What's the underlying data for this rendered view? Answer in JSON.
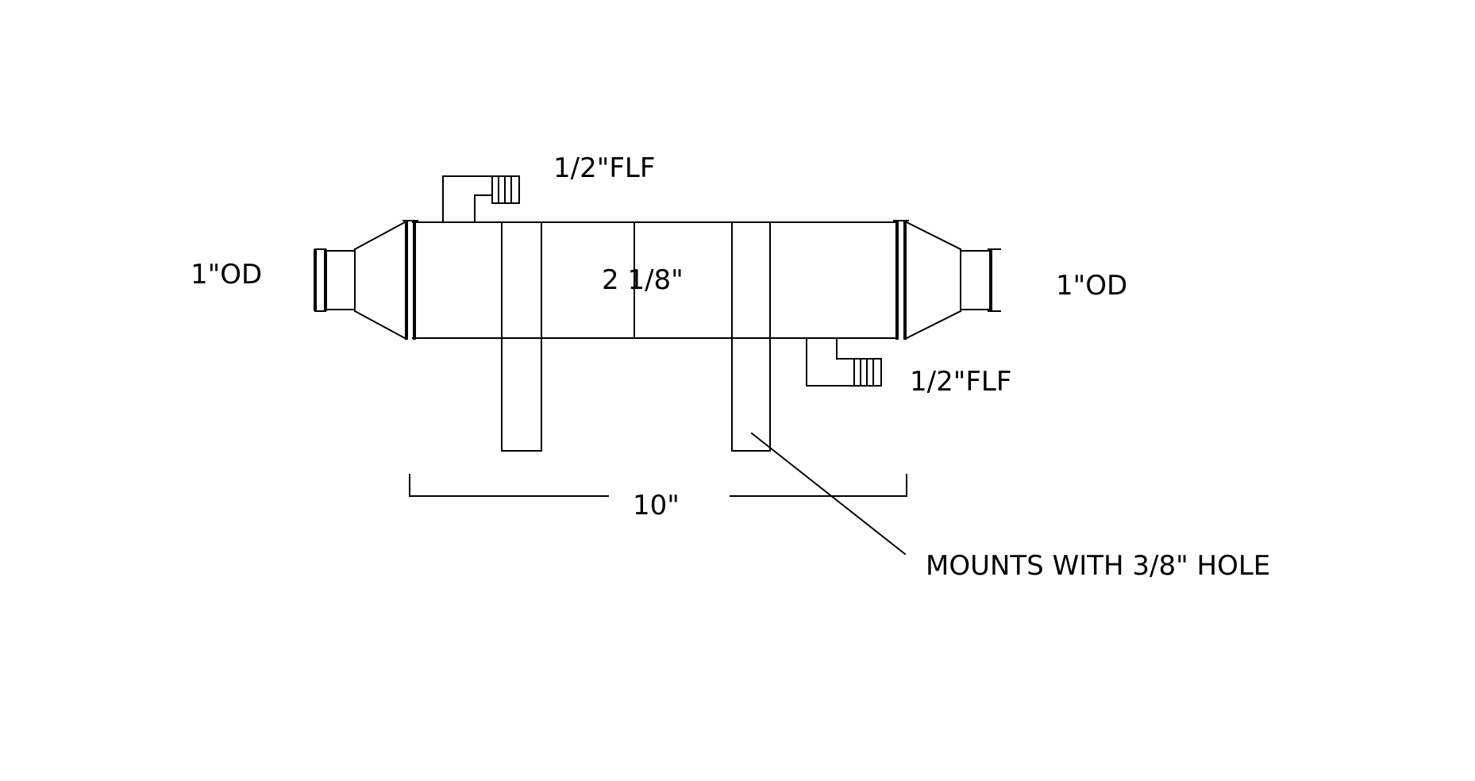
{
  "labels": {
    "top_fitting": "1/2\"FLF",
    "bottom_fitting": "1/2\"FLF",
    "left_port": "1\"OD",
    "right_port": "1\"OD",
    "diameter": "2 1/8\"",
    "length": "10\"",
    "mounts_note": "MOUNTS WITH 3/8\" HOLE"
  },
  "colors": {
    "line": "#000000",
    "background": "#ffffff"
  }
}
